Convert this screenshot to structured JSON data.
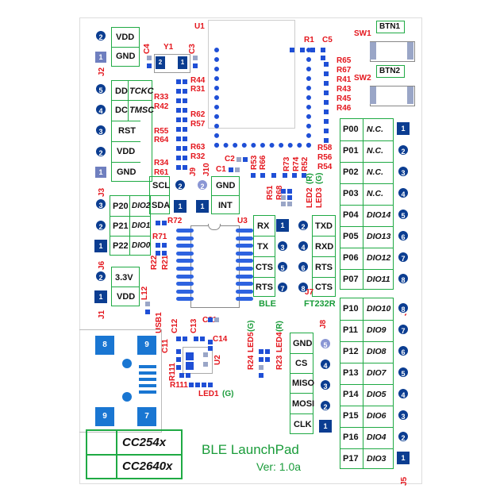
{
  "colors": {
    "red": "#e4161d",
    "green": "#1a9c3a",
    "pin": "#0b3d91",
    "pad": "#1f4fd6"
  },
  "refs": {
    "u1": "U1",
    "y1": "Y1",
    "c4": "C4",
    "c3": "C3",
    "r1": "R1",
    "c5": "C5",
    "sw1": "SW1",
    "btn1": "BTN1",
    "sw2": "SW2",
    "btn2": "BTN2",
    "r65": "R65",
    "r67": "R67",
    "r41": "R41",
    "r43": "R43",
    "r45": "R45",
    "r46": "R46",
    "r44": "R44",
    "r31": "R31",
    "r33": "R33",
    "r42": "R42",
    "r62": "R62",
    "r57": "R57",
    "r55": "R55",
    "r64": "R64",
    "r63": "R63",
    "r32": "R32",
    "r34": "R34",
    "r61": "R61",
    "r58": "R58",
    "r56": "R56",
    "r54": "R54",
    "c2": "C2",
    "c1": "C1",
    "r53": "R53",
    "r66": "R66",
    "r73": "R73",
    "r74": "R74",
    "r52": "R52",
    "j9": "J9",
    "j10": "J10",
    "r51": "R51",
    "r68": "R68",
    "led2": "LED2",
    "led2c": "(R)",
    "led3": "LED3",
    "led3c": "(G)",
    "j2": "J2",
    "j3": "J3",
    "j6": "J6",
    "j1": "J1",
    "u3": "U3",
    "r72": "R72",
    "r71": "R71",
    "r22": "R22",
    "r21": "R21",
    "l12": "L12",
    "usb1": "USB1",
    "c12": "C12",
    "c13": "C13",
    "c21": "C21",
    "c11": "C11",
    "c14": "C14",
    "u2": "U2",
    "r111a": "R111",
    "r111b": "R111",
    "led1": "LED1",
    "led1c": "(G)",
    "j7": "J7",
    "j8": "J8",
    "j4": "J4",
    "j5": "J5",
    "r24": "R24",
    "led5": "LED5",
    "led5c": "(G)",
    "r23": "R23",
    "led4": "LED4",
    "led4c": "(R)"
  },
  "j2": {
    "pins": [
      "2",
      "1"
    ],
    "labels": [
      "VDD",
      "GND"
    ]
  },
  "j3": {
    "pins": [
      "5",
      "4",
      "3",
      "2",
      "1"
    ],
    "labels": [
      "DD",
      "DC",
      "RST",
      "VDD",
      "GND"
    ],
    "alt": [
      "TCKC",
      "TMSC"
    ]
  },
  "j6": {
    "pins": [
      "3",
      "2",
      "1"
    ],
    "labels": [
      "P20",
      "P21",
      "P22"
    ],
    "alt": [
      "DIO2",
      "DIO1",
      "DIO0"
    ]
  },
  "j1": {
    "pins": [
      "2",
      "1"
    ],
    "labels": [
      "3.3V",
      "VDD"
    ]
  },
  "j9": {
    "pins": [
      "2",
      "1"
    ],
    "labels": [
      "SCL",
      "SDA"
    ]
  },
  "j10": {
    "pins": [
      "2",
      "1"
    ],
    "labels": [
      "GND",
      "INT"
    ]
  },
  "j7": {
    "left": [
      "RX",
      "TX",
      "CTS",
      "RTS"
    ],
    "right": [
      "TXD",
      "RXD",
      "RTS",
      "CTS"
    ],
    "pins_l": [
      "1",
      "3",
      "5",
      "7"
    ],
    "pins_r": [
      "2",
      "4",
      "6",
      "8"
    ],
    "left_title": "BLE",
    "right_title": "FT232R"
  },
  "j8": {
    "pins": [
      "5",
      "4",
      "3",
      "2",
      "1"
    ],
    "labels": [
      "GND",
      "CS",
      "MISO",
      "MOSI",
      "CLK"
    ]
  },
  "j4": {
    "pins": [
      "1",
      "2",
      "3",
      "4",
      "5",
      "6",
      "7",
      "8"
    ],
    "ports": [
      "P00",
      "P01",
      "P02",
      "P03",
      "P04",
      "P05",
      "P06",
      "P07"
    ],
    "alt": [
      "N.C.",
      "N.C.",
      "N.C.",
      "N.C.",
      "DIO14",
      "DIO13",
      "DIO12",
      "DIO11"
    ]
  },
  "j5": {
    "pins": [
      "8",
      "7",
      "6",
      "5",
      "4",
      "3",
      "2",
      "1"
    ],
    "ports": [
      "P10",
      "P11",
      "P12",
      "P13",
      "P14",
      "P15",
      "P16",
      "P17"
    ],
    "alt": [
      "DIO10",
      "DIO9",
      "DIO8",
      "DIO7",
      "DIO5",
      "DIO6",
      "DIO4",
      "DIO3"
    ]
  },
  "usb": {
    "pad8": "8",
    "pad9a": "9",
    "pad9b": "9",
    "pad7": "7"
  },
  "y1_pins": {
    "p2": "2",
    "p1": "1"
  },
  "variants": [
    "CC254x",
    "CC2640x"
  ],
  "title": "BLE LaunchPad",
  "version": "Ver: 1.0a"
}
